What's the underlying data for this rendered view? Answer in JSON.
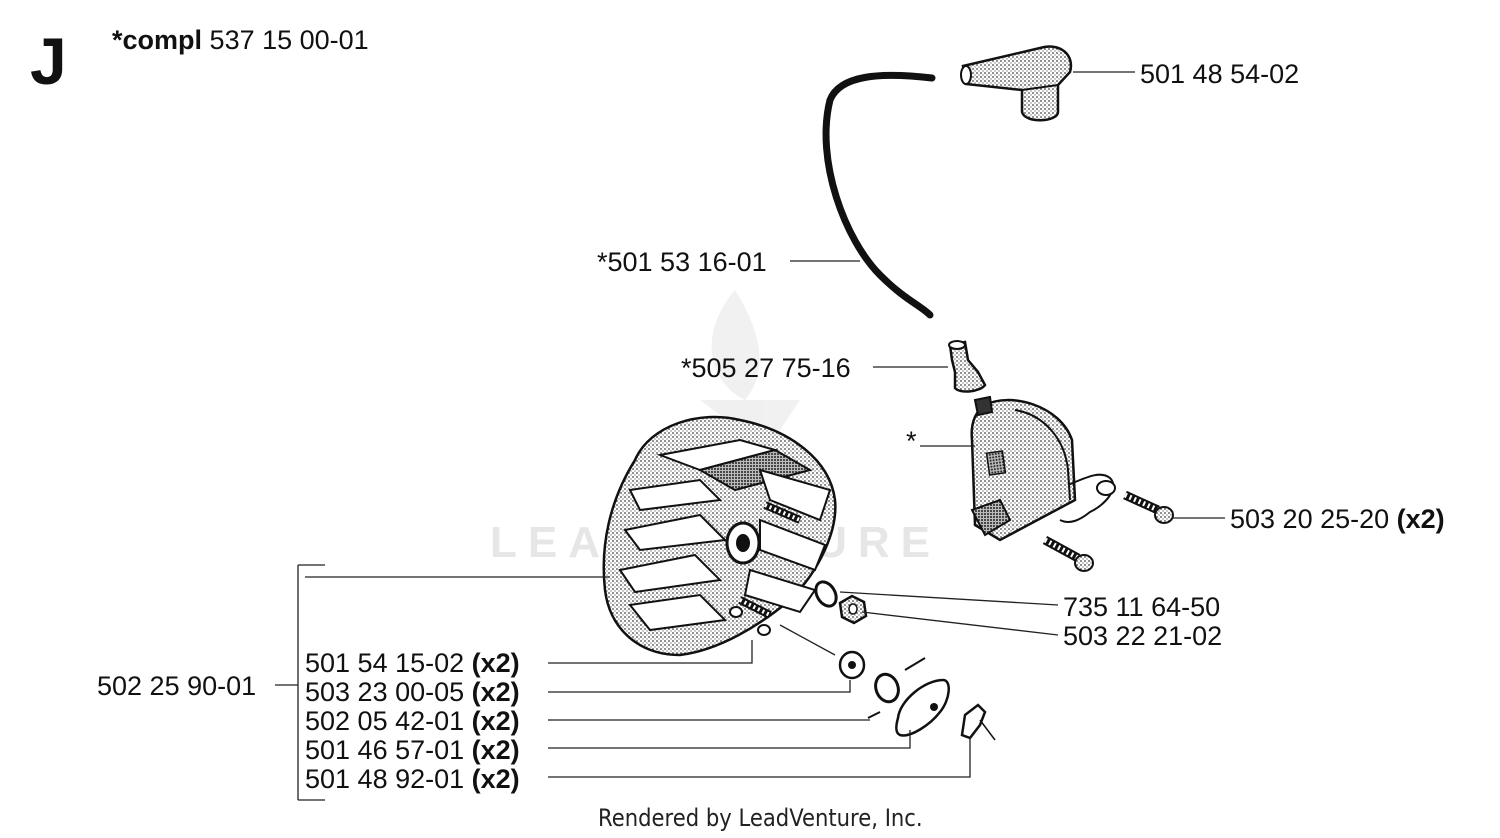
{
  "diagram": {
    "section_letter": "J",
    "title_prefix": "*compl",
    "title_number": "537 15 00-01",
    "watermark_text": "LEADVENTURE",
    "footer": "Rendered by LeadVenture, Inc.",
    "parts": [
      {
        "id": "plug-cap",
        "number": "501 48 54-02",
        "qty": ""
      },
      {
        "id": "ht-lead",
        "number": "*501 53 16-01",
        "qty": ""
      },
      {
        "id": "contact-spring",
        "number": "*505 27 75-16",
        "qty": ""
      },
      {
        "id": "ignition-module",
        "number": "*",
        "qty": ""
      },
      {
        "id": "module-screw",
        "number": "503 20 25-20",
        "qty": "(x2)"
      },
      {
        "id": "washer",
        "number": "735 11 64-50",
        "qty": ""
      },
      {
        "id": "nut",
        "number": "503 22 21-02",
        "qty": ""
      },
      {
        "id": "flywheel",
        "number": "502 25 90-01",
        "qty": ""
      },
      {
        "id": "pawl-screw",
        "number": "501 54 15-02",
        "qty": "(x2)"
      },
      {
        "id": "pawl-washer",
        "number": "503 23 00-05",
        "qty": "(x2)"
      },
      {
        "id": "pawl-spring",
        "number": "502 05 42-01",
        "qty": "(x2)"
      },
      {
        "id": "pawl",
        "number": "501 46 57-01",
        "qty": "(x2)"
      },
      {
        "id": "pawl-clip",
        "number": "501 48 92-01",
        "qty": "(x2)"
      }
    ]
  }
}
